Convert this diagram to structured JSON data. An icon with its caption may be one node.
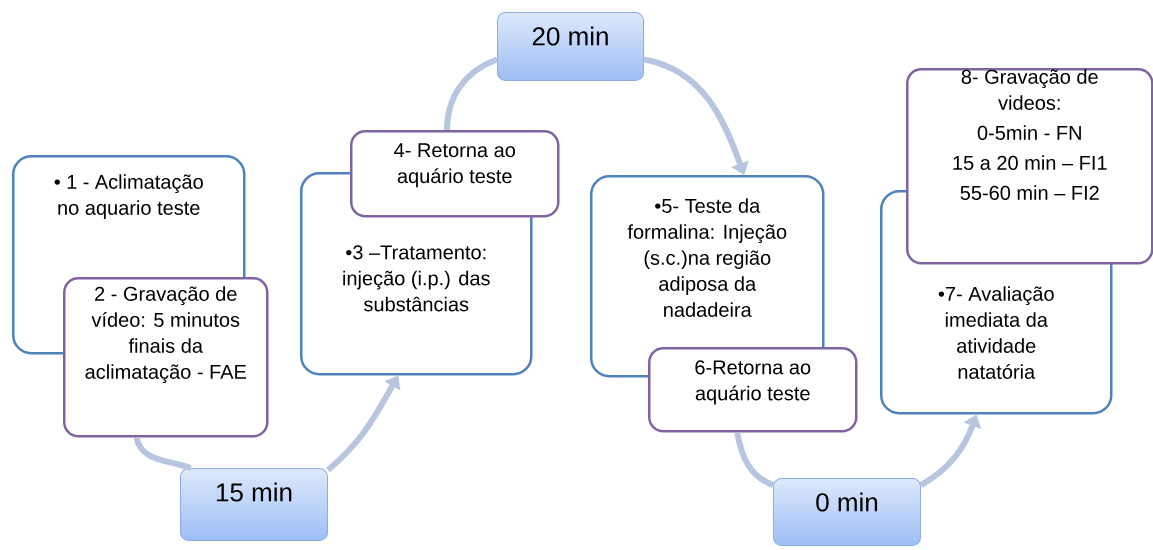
{
  "diagram": {
    "nodes": [
      {
        "text": [
          "• 1 - Aclimatação no aquario teste"
        ]
      },
      {
        "text": [
          "2 - Gravação de vídeo: 5 minutos finais da aclimatação - FAE"
        ]
      },
      {
        "text": [
          "15 min"
        ]
      },
      {
        "text": [
          "•3 –Tratamento: injeção (i.p.) das substâncias"
        ]
      },
      {
        "text": [
          "4- Retorna ao aquário teste"
        ]
      },
      {
        "text": [
          "20 min"
        ]
      },
      {
        "text": [
          "•5- Teste da formalina: Injeção (s.c.)na região adiposa da nadadeira"
        ]
      },
      {
        "text": [
          "6-Retorna ao aquário teste"
        ]
      },
      {
        "text": [
          "0 min"
        ]
      },
      {
        "text": [
          "•7- Avaliação imediata da atividade natatória"
        ]
      },
      {
        "text": [
          "8- Gravação de videos:",
          "0-5min - FN",
          "15 a 20 min – FI1",
          "55-60 min – FI2"
        ]
      }
    ],
    "edges": [
      {
        "from": 1,
        "to": 2,
        "arrow": "none"
      },
      {
        "from": 2,
        "to": 3,
        "arrow": "to"
      },
      {
        "from": 4,
        "to": 5,
        "arrow": "none"
      },
      {
        "from": 5,
        "to": 6,
        "arrow": "to"
      },
      {
        "from": 7,
        "to": 8,
        "arrow": "none"
      },
      {
        "from": 8,
        "to": 9,
        "arrow": "to"
      }
    ]
  }
}
